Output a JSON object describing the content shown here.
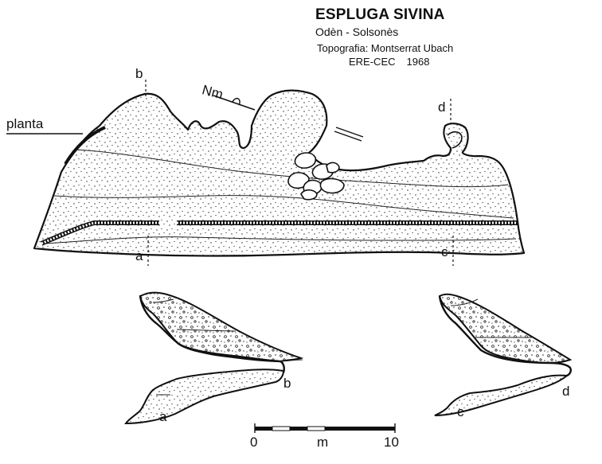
{
  "header": {
    "title": "ESPLUGA SIVINA",
    "location": "Odèn - Solsonès",
    "topography": "Topografia: Montserrat Ubach",
    "group": "ERE-CEC",
    "year": "1968"
  },
  "plan": {
    "label": "planta",
    "north_label": "Nm"
  },
  "section_markers": {
    "a": "a",
    "b": "b",
    "c": "c",
    "d": "d"
  },
  "scale": {
    "start": "0",
    "unit": "m",
    "end": "10"
  },
  "colors": {
    "ink": "#111111",
    "paper": "#ffffff"
  }
}
